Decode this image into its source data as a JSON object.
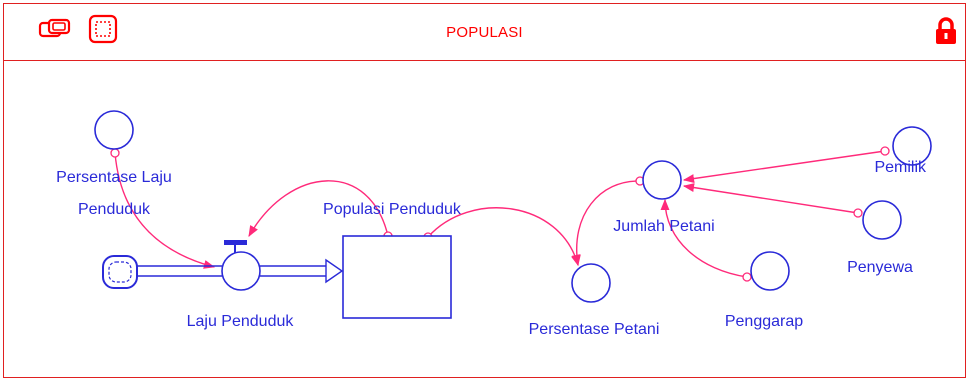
{
  "window": {
    "title": "POPULASI",
    "icons": {
      "left1": "layers-icon",
      "left2": "frame-icon",
      "right": "lock-icon"
    }
  },
  "colors": {
    "frame": "#ff0000",
    "node": "#2a2ad8",
    "connector": "#ff2a7a"
  },
  "diagram": {
    "stock": {
      "label": "Populasi Penduduk"
    },
    "flow": {
      "label": "Laju Penduduk"
    },
    "converters": {
      "persentase_laju": {
        "line1": "Persentase Laju",
        "line2": "Penduduk"
      },
      "persentase_petani": {
        "label": "Persentase Petani"
      },
      "jumlah_petani": {
        "label": "Jumlah Petani"
      },
      "pemilik": {
        "label": "Pemilik"
      },
      "penyewa": {
        "label": "Penyewa"
      },
      "penggarap": {
        "label": "Penggarap"
      }
    }
  }
}
